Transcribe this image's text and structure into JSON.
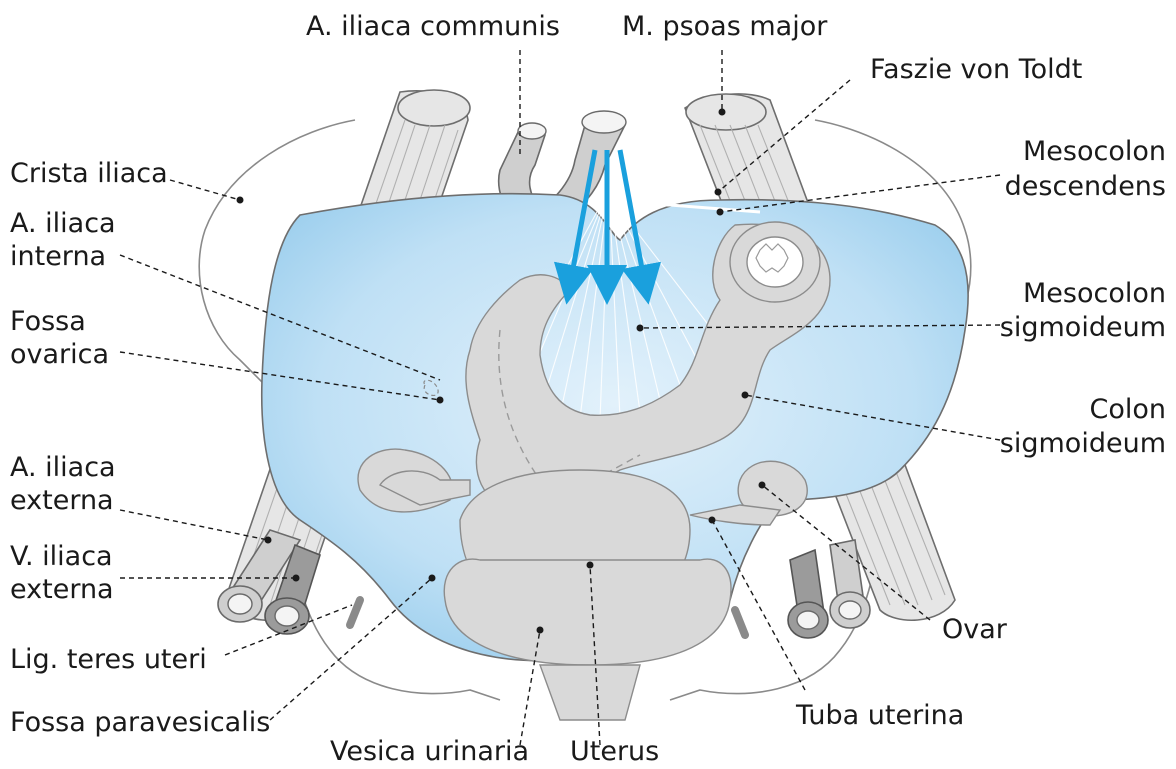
{
  "labels": {
    "a_iliaca_communis": "A. iliaca communis",
    "m_psoas_major": "M. psoas major",
    "faszie_von_toldt": "Faszie von Toldt",
    "crista_iliaca": "Crista iliaca",
    "mesocolon_descendens_1": "Mesocolon",
    "mesocolon_descendens_2": "descendens",
    "a_iliaca_interna_1": "A. iliaca",
    "a_iliaca_interna_2": "interna",
    "fossa_ovarica_1": "Fossa",
    "fossa_ovarica_2": "ovarica",
    "mesocolon_sigmoideum_1": "Mesocolon",
    "mesocolon_sigmoideum_2": "sigmoideum",
    "colon_sigmoideum_1": "Colon",
    "colon_sigmoideum_2": "sigmoideum",
    "a_iliaca_externa_1": "A. iliaca",
    "a_iliaca_externa_2": "externa",
    "v_iliaca_externa_1": "V. iliaca",
    "v_iliaca_externa_2": "externa",
    "ovar": "Ovar",
    "lig_teres_uteri": "Lig. teres uteri",
    "tuba_uterina": "Tuba uterina",
    "fossa_paravesicalis": "Fossa paravesicalis",
    "vesica_urinaria": "Vesica urinaria",
    "uterus": "Uterus"
  },
  "colors": {
    "peritoneum_blue": "#b9dcf3",
    "arrow_blue": "#1aa0dd",
    "text": "#1a1a1a"
  }
}
